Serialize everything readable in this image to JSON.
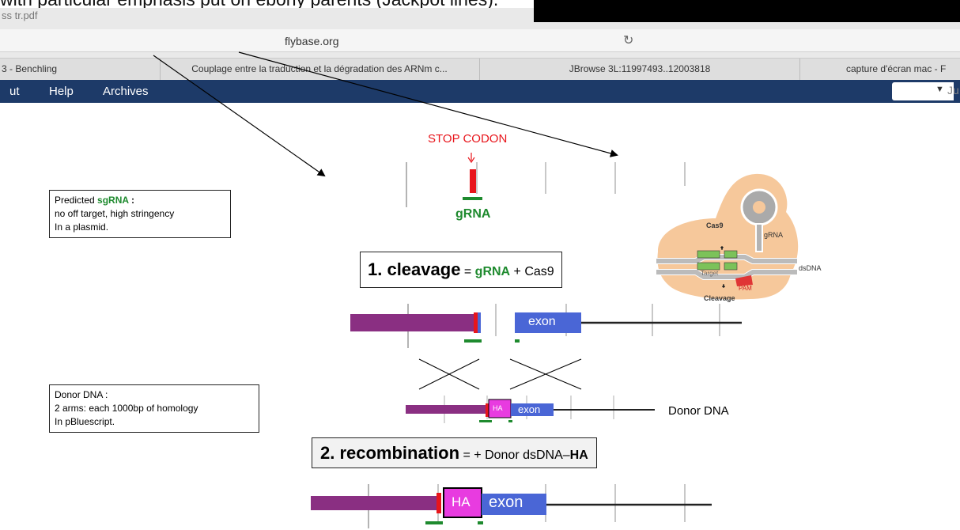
{
  "slide": {
    "clipped_title": "with particular emphasis put on ebony parents (Jackpot lines).",
    "box_sgrna": {
      "predicted": "Predicted",
      "sgrna": "sgRNA",
      "colon": " :",
      "line2": "no off target, high stringency",
      "line3": "In a plasmid."
    },
    "box_donor": {
      "line1": "Donor DNA :",
      "line2": "2 arms: each 1000bp of homology",
      "line3": "In pBluescript."
    },
    "stop_codon": "STOP CODON",
    "grna_label": "gRNA",
    "step1": {
      "title": "1. cleavage",
      "eq": " = ",
      "grna": "gRNA",
      "rest": " + Cas9"
    },
    "step2": {
      "title": "2. recombination",
      "eq": " = + Donor dsDNA–",
      "ha": "HA"
    },
    "exon_label": "exon",
    "ha_label": "HA",
    "donor_dna_label": "Donor DNA",
    "cas9": {
      "cas9": "Cas9",
      "grna": "gRNA",
      "dsdna": "dsDNA",
      "target": "Target",
      "pam": "PAM",
      "cleavage": "Cleavage"
    }
  },
  "browser": {
    "filename": "ss tr.pdf",
    "url": "flybase.org",
    "tabs": [
      "3 - Benchling",
      "Couplage entre la traduction et la dégradation des ARNm c...",
      "JBrowse 3L:11997493..12003818",
      "capture d'écran mac - F"
    ],
    "nav": [
      "ut",
      "Help",
      "Archives"
    ],
    "dropdown_text": "Ju"
  },
  "colors": {
    "purple": "#8a2f82",
    "exon_blue": "#4a66d6",
    "stop_red": "#e8151b",
    "grna_green": "#1e8a2e",
    "ha_magenta": "#e83be0",
    "navbar": "#1d3a68",
    "cas9_body": "#f6c89b"
  }
}
